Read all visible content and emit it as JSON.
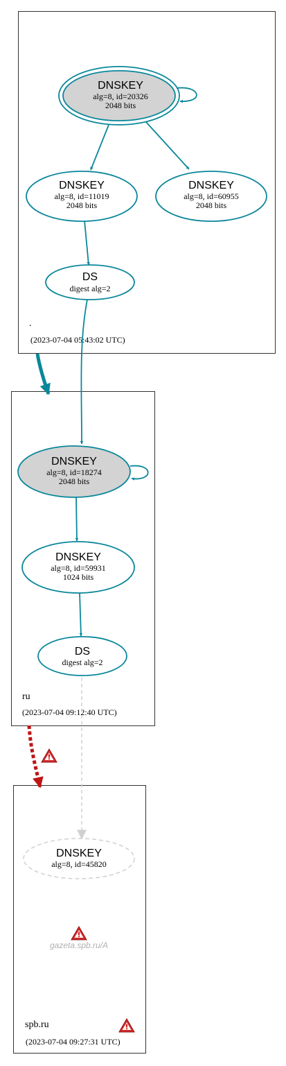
{
  "zones": {
    "root": {
      "label": ".",
      "timestamp": "(2023-07-04 05:43:02 UTC)"
    },
    "ru": {
      "label": "ru",
      "timestamp": "(2023-07-04 09:12:40 UTC)"
    },
    "spb": {
      "label": "spb.ru",
      "timestamp": "(2023-07-04 09:27:31 UTC)"
    }
  },
  "nodes": {
    "root_ksk": {
      "title": "DNSKEY",
      "line1": "alg=8, id=20326",
      "line2": "2048 bits"
    },
    "root_zsk1": {
      "title": "DNSKEY",
      "line1": "alg=8, id=11019",
      "line2": "2048 bits"
    },
    "root_zsk2": {
      "title": "DNSKEY",
      "line1": "alg=8, id=60955",
      "line2": "2048 bits"
    },
    "root_ds": {
      "title": "DS",
      "line1": "digest alg=2"
    },
    "ru_ksk": {
      "title": "DNSKEY",
      "line1": "alg=8, id=18274",
      "line2": "2048 bits"
    },
    "ru_zsk": {
      "title": "DNSKEY",
      "line1": "alg=8, id=59931",
      "line2": "1024 bits"
    },
    "ru_ds": {
      "title": "DS",
      "line1": "digest alg=2"
    },
    "spb_key": {
      "title": "DNSKEY",
      "line1": "alg=8, id=45820"
    }
  },
  "query": {
    "label": "gazeta.spb.ru/A"
  },
  "colors": {
    "secure": "#0a879a",
    "key_fill": "#d3d3d3",
    "bogus": "#be1515",
    "insecure_grey": "#d0d0d0",
    "warning": "#d42a2a"
  },
  "icons": {
    "warning": "warning-icon"
  }
}
